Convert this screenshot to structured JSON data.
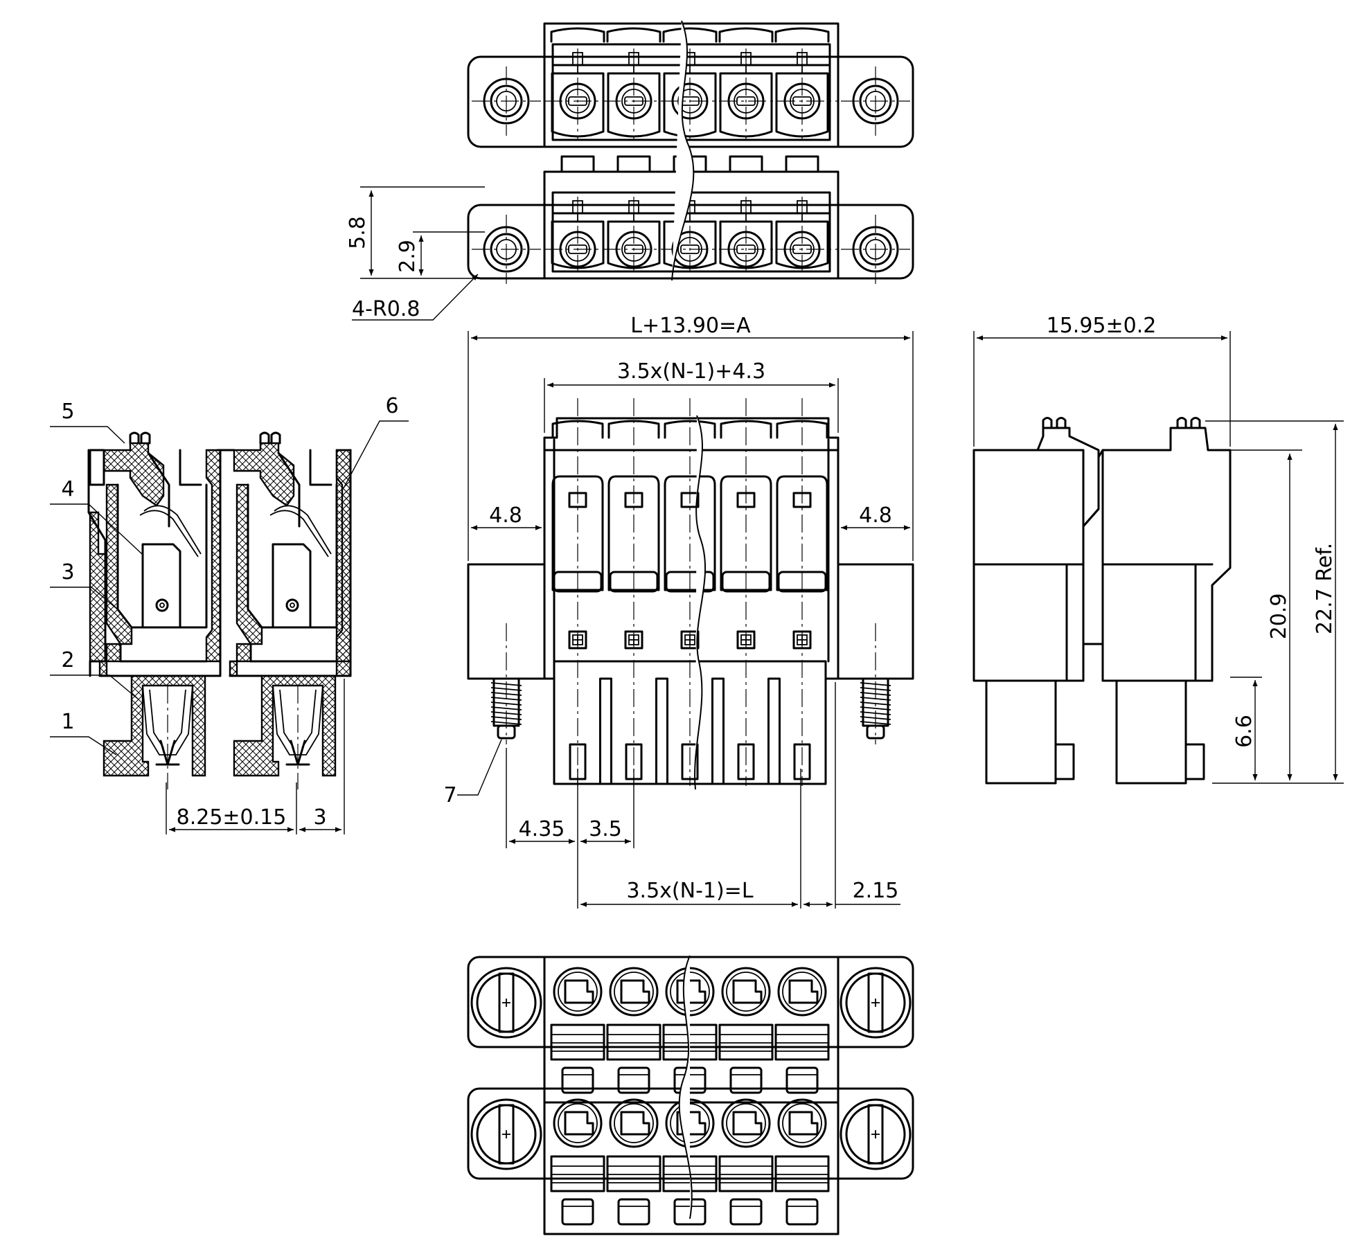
{
  "callouts": [
    "1",
    "2",
    "3",
    "4",
    "5",
    "6",
    "7"
  ],
  "dimensions": {
    "top_height": "5.8",
    "top_half_height": "2.9",
    "radius": "4-R0.8",
    "overall_length": "L+13.90=A",
    "housing_length": "3.5x(N-1)+4.3",
    "flange_left": "4.8",
    "flange_right": "4.8",
    "side_width": "15.95±0.2",
    "side_height_body": "20.9",
    "side_height_total": "22.7 Ref.",
    "side_stub": "6.6",
    "screw_offset": "4.35",
    "pitch": "3.5",
    "pitch_span": "3.5x(N-1)=L",
    "end_offset": "2.15",
    "section_pitch": "8.25±0.15",
    "section_offset": "3"
  }
}
